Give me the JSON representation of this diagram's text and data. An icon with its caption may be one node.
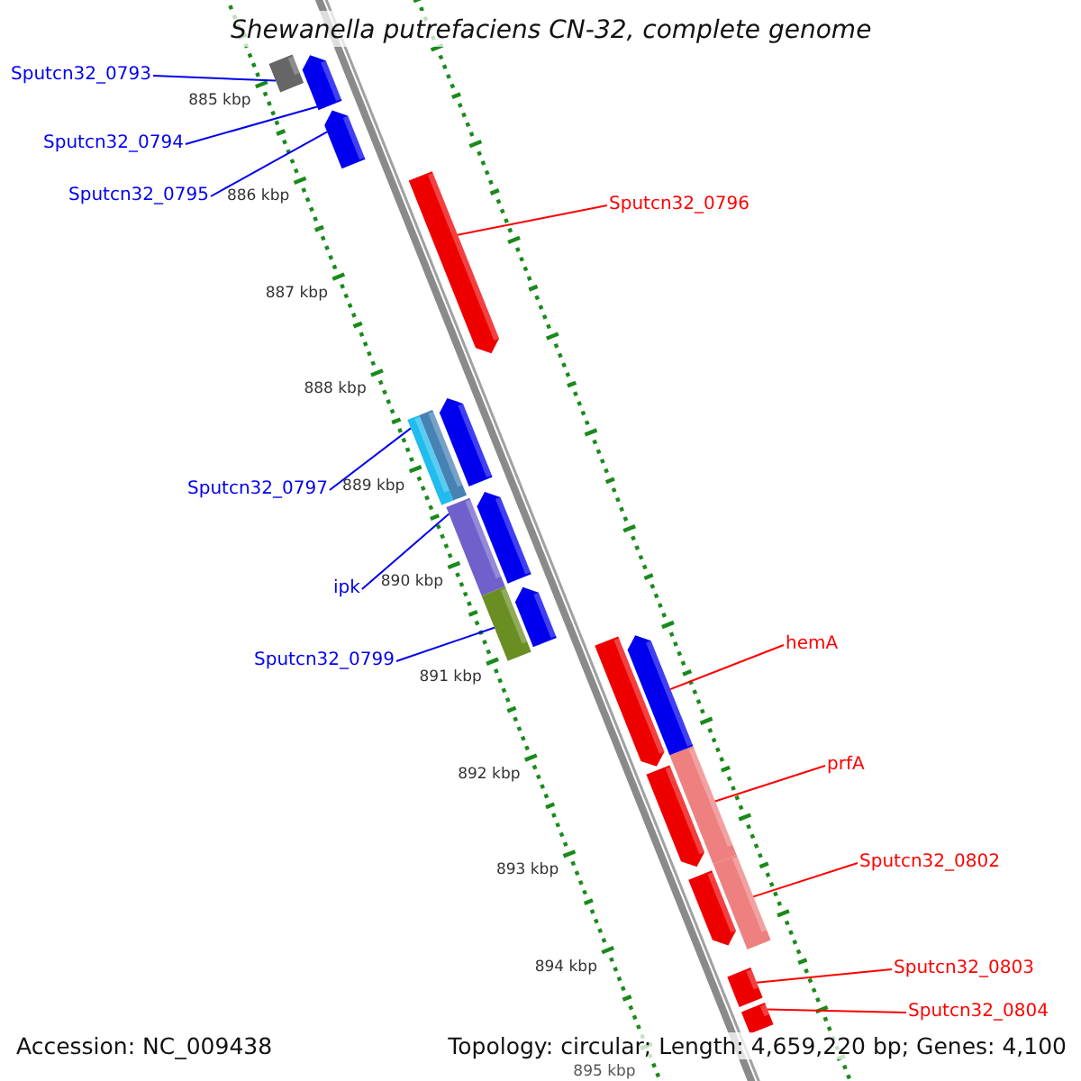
{
  "diagram": {
    "title": "Shewanella putrefaciens CN-32, complete genome",
    "nodes": [
      {
        "text": [
          "Sputcn32_0793"
        ]
      },
      {
        "text": [
          "Sputcn32_0794"
        ]
      },
      {
        "text": [
          "Sputcn32_0795"
        ]
      },
      {
        "text": [
          "Sputcn32_0796"
        ]
      },
      {
        "text": [
          "Sputcn32_0797"
        ]
      },
      {
        "text": [
          "ipk"
        ]
      },
      {
        "text": [
          "Sputcn32_0799"
        ]
      },
      {
        "text": [
          "hemA"
        ]
      },
      {
        "text": [
          "prfA"
        ]
      },
      {
        "text": [
          "Sputcn32_0802"
        ]
      },
      {
        "text": [
          "Sputcn32_0803"
        ]
      },
      {
        "text": [
          "Sputcn32_0804"
        ]
      },
      {
        "text": [],
        "shape": "bar"
      },
      {
        "text": [],
        "shape": "bar"
      },
      {
        "text": [],
        "shape": "bar"
      },
      {
        "text": [],
        "shape": "bar"
      },
      {
        "text": [],
        "shape": "bar"
      },
      {
        "text": [],
        "shape": "bar"
      },
      {
        "text": [],
        "shape": "bar"
      },
      {
        "text": [],
        "shape": "bar"
      },
      {
        "text": [],
        "shape": "bar"
      },
      {
        "text": [],
        "shape": "bar"
      },
      {
        "text": [],
        "shape": "bar"
      },
      {
        "text": [],
        "shape": "bar"
      }
    ],
    "edges": [
      {
        "from": 0,
        "to": 12,
        "arrow": "none"
      },
      {
        "from": 1,
        "to": 13,
        "arrow": "none"
      },
      {
        "from": 2,
        "to": 14,
        "arrow": "none"
      },
      {
        "from": 3,
        "to": 15,
        "arrow": "none",
        "color": "#ff0000"
      },
      {
        "from": 4,
        "to": 16,
        "arrow": "none"
      },
      {
        "from": 5,
        "to": 17,
        "arrow": "none"
      },
      {
        "from": 6,
        "to": 18,
        "arrow": "none"
      },
      {
        "from": 7,
        "to": 19,
        "arrow": "none",
        "color": "#ff0000"
      },
      {
        "from": 8,
        "to": 20,
        "arrow": "none",
        "color": "#ff0000"
      },
      {
        "from": 9,
        "to": 21,
        "arrow": "none",
        "color": "#ff0000"
      },
      {
        "from": 10,
        "to": 22,
        "arrow": "none",
        "color": "#ff0000"
      },
      {
        "from": 11,
        "to": 23,
        "arrow": "none",
        "color": "#ff0000"
      }
    ],
    "labels": [
      "885 kbp",
      "886 kbp",
      "887 kbp",
      "888 kbp",
      "889 kbp",
      "890 kbp",
      "891 kbp",
      "892 kbp",
      "893 kbp",
      "894 kbp",
      "895 kbp",
      "Accession: NC_009438",
      "Topology: circular; Length: 4,659,220 bp; Genes: 4,100"
    ]
  }
}
